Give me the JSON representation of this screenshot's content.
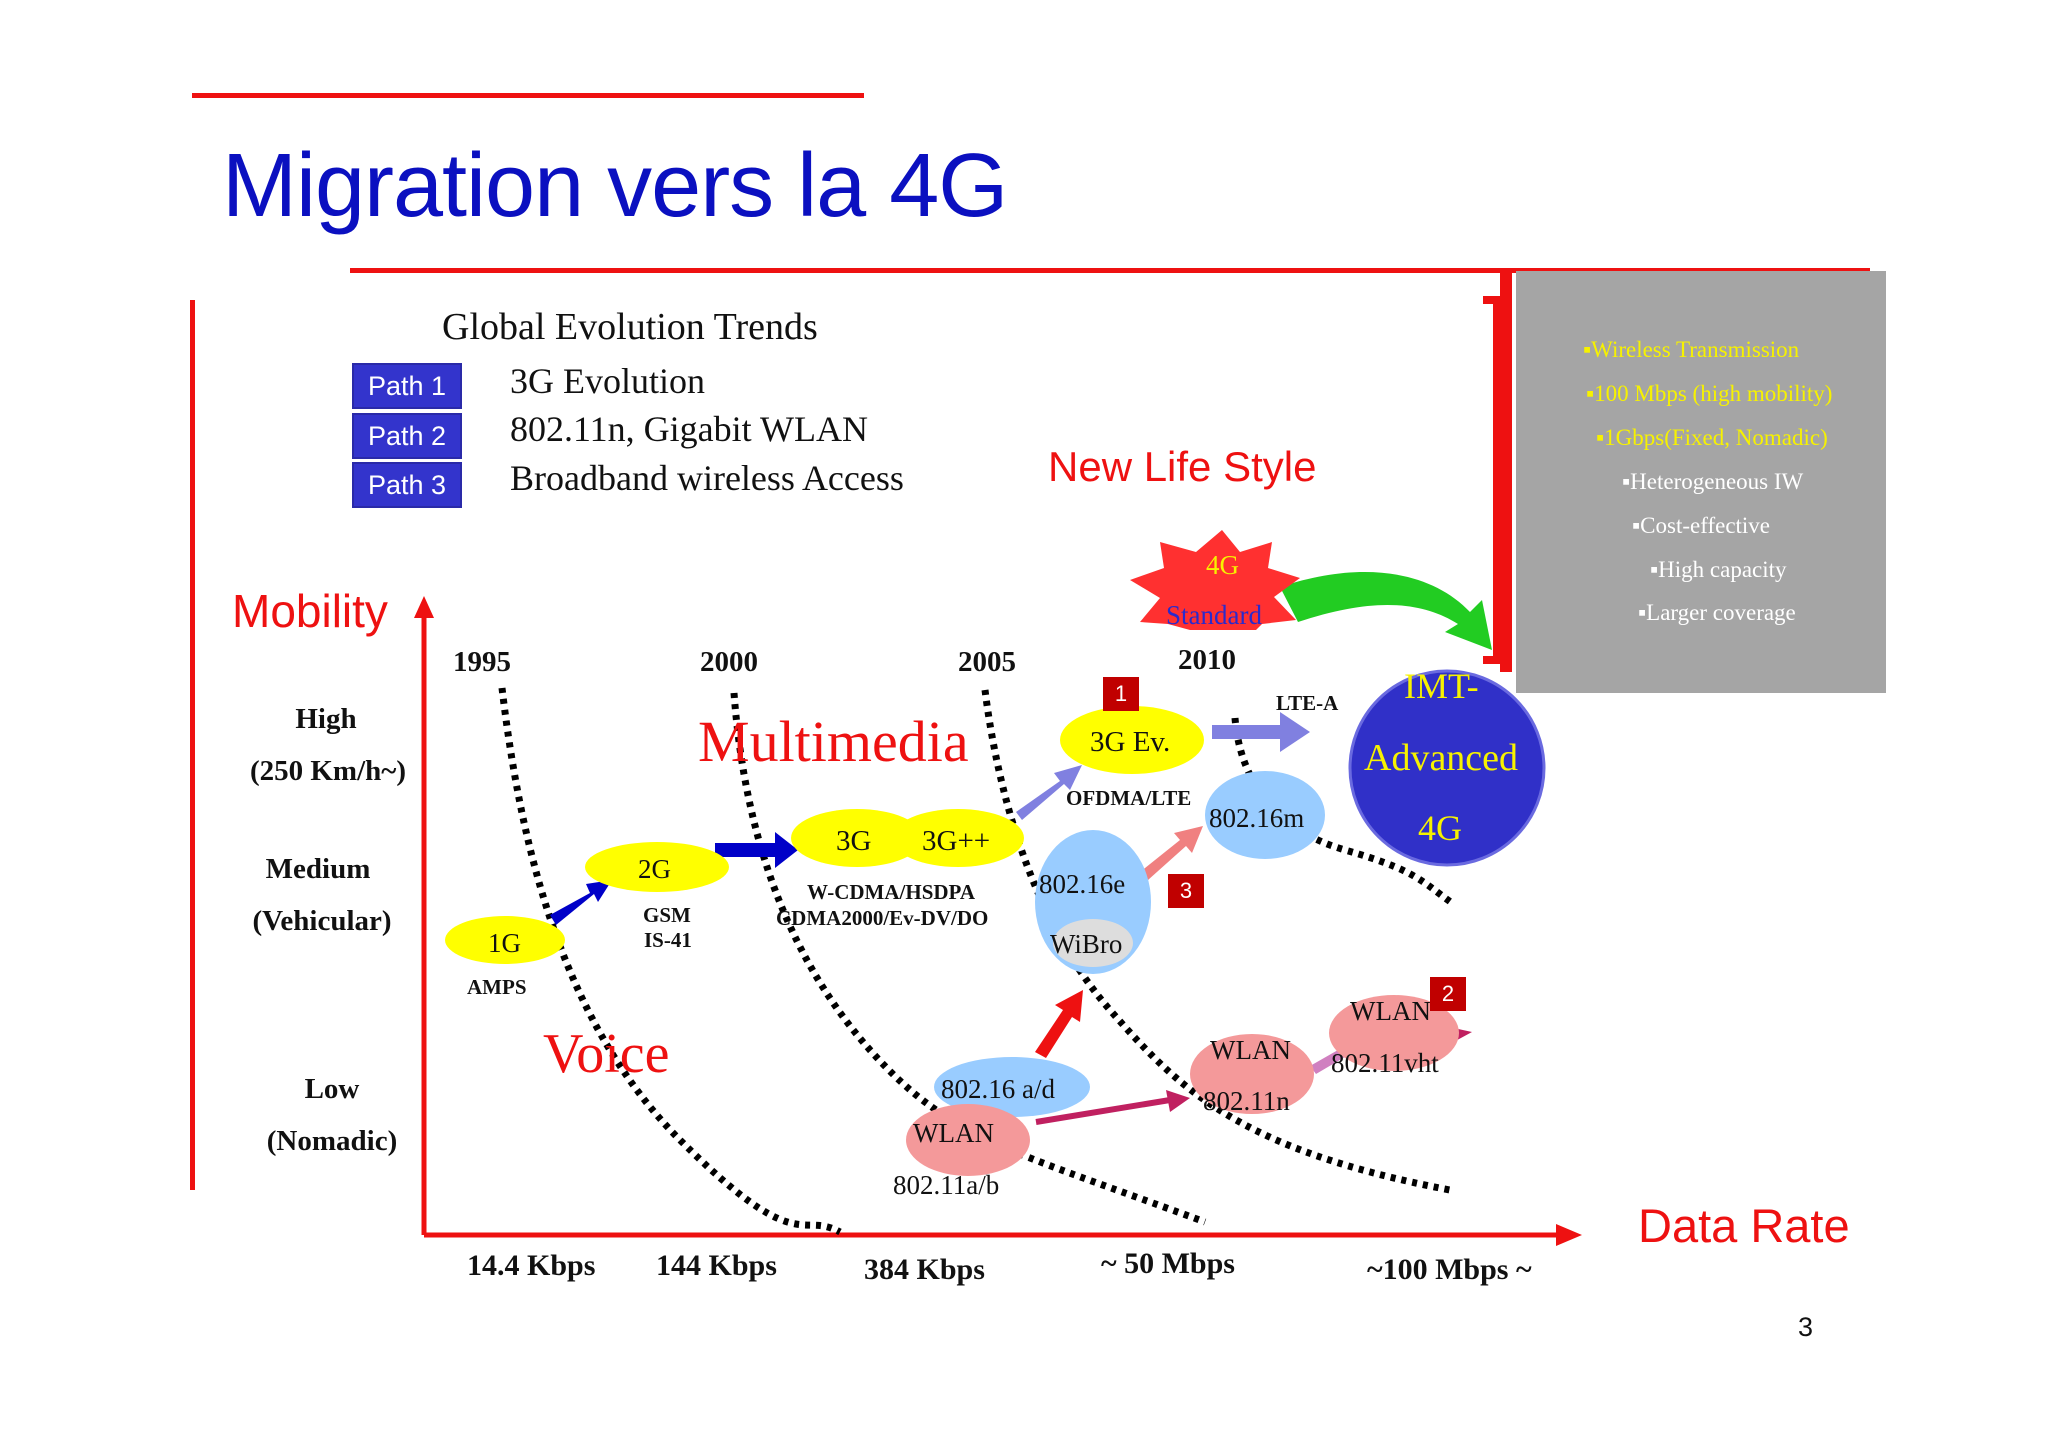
{
  "slide": {
    "title": "Migration vers la 4G",
    "page_number": "3"
  },
  "legend": {
    "heading": "Global Evolution Trends",
    "paths": [
      {
        "badge": "Path 1",
        "text": "3G Evolution"
      },
      {
        "badge": "Path 2",
        "text": "802.11n, Gigabit WLAN"
      },
      {
        "badge": "Path 3",
        "text": "Broadband wireless Access"
      }
    ]
  },
  "labels": {
    "new_life_style": "New Life Style",
    "mobility": "Mobility",
    "data_rate": "Data Rate",
    "multimedia": "Multimedia",
    "voice": "Voice"
  },
  "mobility_levels": [
    {
      "line1": "High",
      "line2": "(250 Km/h~)"
    },
    {
      "line1": "Medium",
      "line2": "(Vehicular)"
    },
    {
      "line1": "Low",
      "line2": "(Nomadic)"
    }
  ],
  "years": [
    "1995",
    "2000",
    "2005",
    "2010"
  ],
  "data_rates": [
    "14.4 Kbps",
    "144 Kbps",
    "384 Kbps",
    "~ 50 Mbps",
    "~100 Mbps ~"
  ],
  "nodes": {
    "g1": "1G",
    "amps": "AMPS",
    "g2": "2G",
    "gsm": "GSM",
    "is41": "IS-41",
    "g3": "3G",
    "g3pp": "3G++",
    "wcdma": "W-CDMA/HSDPA",
    "cdma2000": "CDMA2000/Ev-DV/DO",
    "g3ev": "3G Ev.",
    "ofdma": "OFDMA/LTE",
    "ltea": "LTE-A",
    "m80216m": "802.16m",
    "m80216e": "802.16e",
    "wibro": "WiBro",
    "m80216ad": "802.16 a/d",
    "wlan": "WLAN",
    "m80211ab": "802.11a/b",
    "m80211n": "802.11n",
    "m80211vht": "802.11vht",
    "star_line1": "4G",
    "star_line2": "Standard",
    "imt_line1": "IMT-",
    "imt_line2": "Advanced",
    "imt_line3": "4G",
    "badge1": "1",
    "badge2": "2",
    "badge3": "3"
  },
  "panel_bullets": [
    {
      "text": "▪Wireless Transmission",
      "color": "yellow"
    },
    {
      "text": "▪100 Mbps (high mobility)",
      "color": "yellow"
    },
    {
      "text": "▪1Gbps(Fixed, Nomadic)",
      "color": "yellow"
    },
    {
      "text": "▪Heterogeneous IW",
      "color": "white"
    },
    {
      "text": "▪Cost-effective",
      "color": "white"
    },
    {
      "text": "▪High capacity",
      "color": "white"
    },
    {
      "text": "▪Larger coverage",
      "color": "white"
    }
  ],
  "colors": {
    "title_blue": "#0b10c0",
    "accent_red": "#ee1111",
    "node_yellow": "#ffff00",
    "node_lightblue": "#99ccff",
    "node_pink": "#f4999a",
    "imt_blue": "#3030c8",
    "path_badge_blue": "#3334cc"
  }
}
